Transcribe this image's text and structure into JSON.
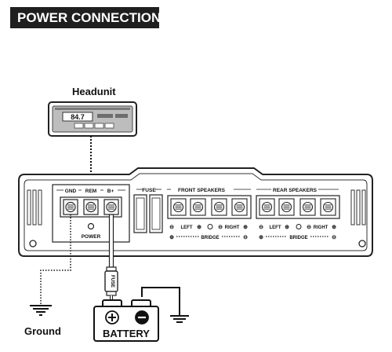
{
  "header": {
    "title": "POWER CONNECTIONS"
  },
  "headunit": {
    "label": "Headunit",
    "display": "84.7"
  },
  "amplifier": {
    "terminals": {
      "gnd": "GND",
      "rem": "REM",
      "bplus": "B+"
    },
    "power_label": "POWER",
    "fuse_label": "FUSE",
    "front": {
      "title": "FRONT SPEAKERS",
      "left": "LEFT",
      "right": "RIGHT",
      "bridge": "BRIDGE"
    },
    "rear": {
      "title": "REAR SPEAKERS",
      "left": "LEFT",
      "right": "RIGHT",
      "bridge": "BRIDGE"
    }
  },
  "inline_fuse": {
    "label": "FUSE"
  },
  "battery": {
    "label": "BATTERY",
    "plus": "+",
    "minus": "−"
  },
  "ground": {
    "label": "Ground"
  }
}
